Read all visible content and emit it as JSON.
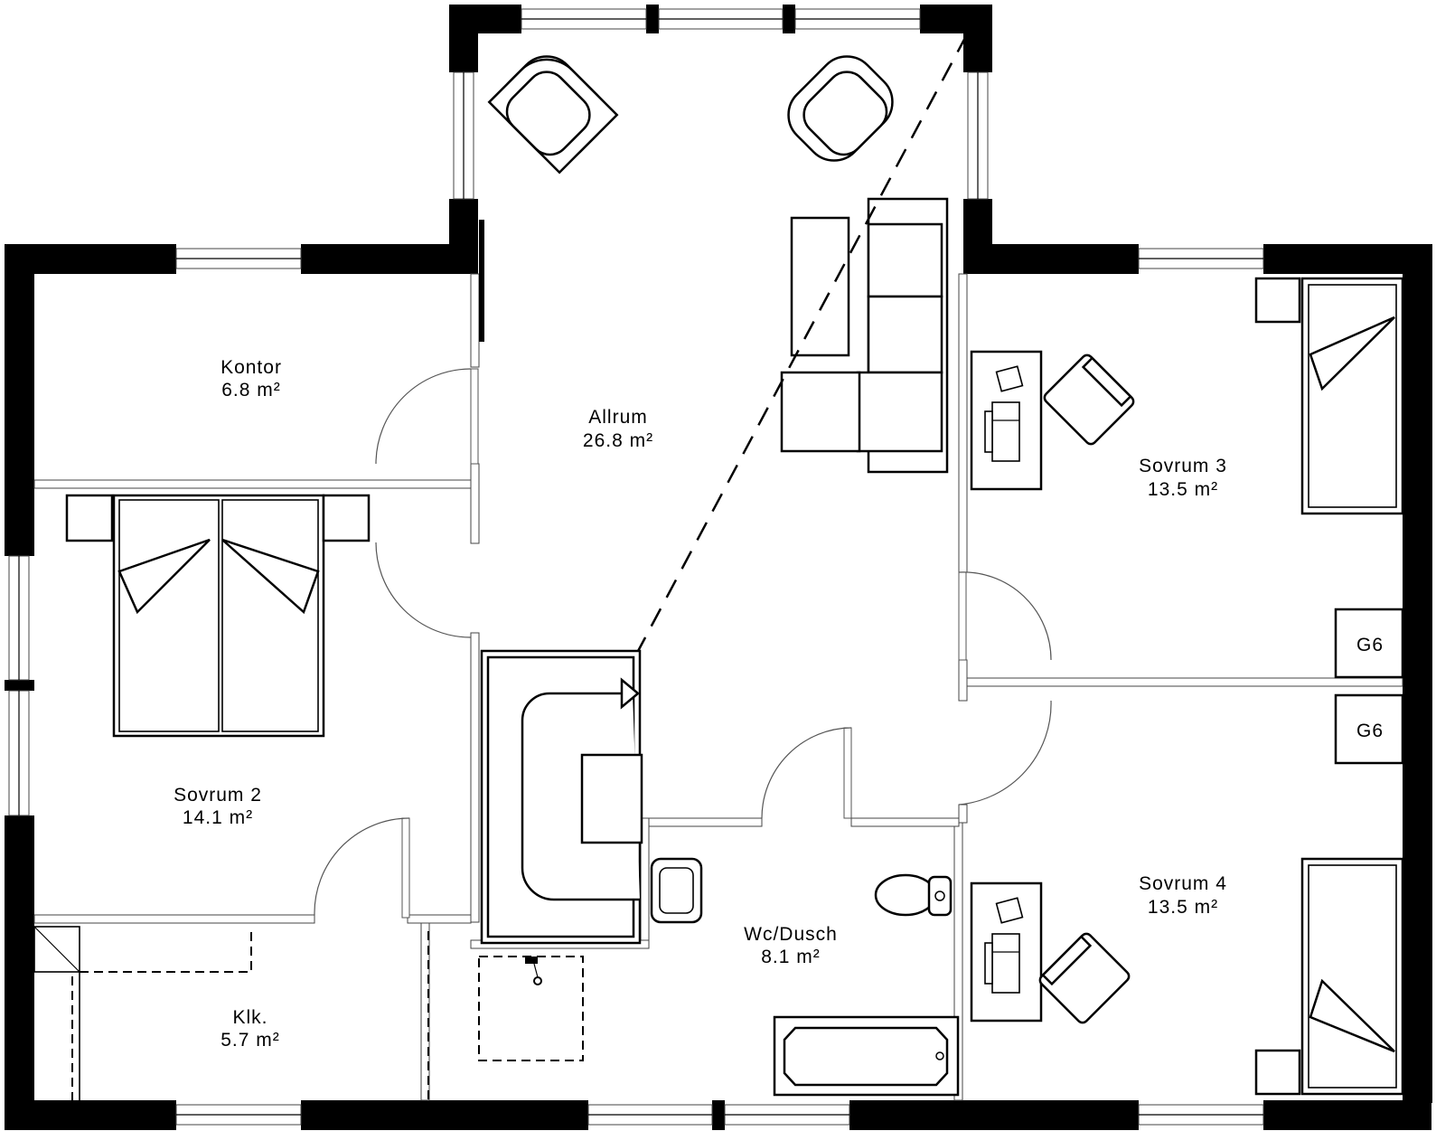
{
  "rooms": [
    {
      "id": "kontor",
      "name": "Kontor",
      "area": "6.8 m²"
    },
    {
      "id": "allrum",
      "name": "Allrum",
      "area": "26.8 m²"
    },
    {
      "id": "sovrum3",
      "name": "Sovrum 3",
      "area": "13.5 m²"
    },
    {
      "id": "sovrum2",
      "name": "Sovrum 2",
      "area": "14.1 m²"
    },
    {
      "id": "wcdusch",
      "name": "Wc/Dusch",
      "area": "8.1 m²"
    },
    {
      "id": "sovrum4",
      "name": "Sovrum 4",
      "area": "13.5 m²"
    },
    {
      "id": "klk",
      "name": "Klk.",
      "area": "5.7 m²"
    }
  ],
  "units": [
    {
      "id": "g6-upper",
      "label": "G6"
    },
    {
      "id": "g6-lower",
      "label": "G6"
    }
  ]
}
